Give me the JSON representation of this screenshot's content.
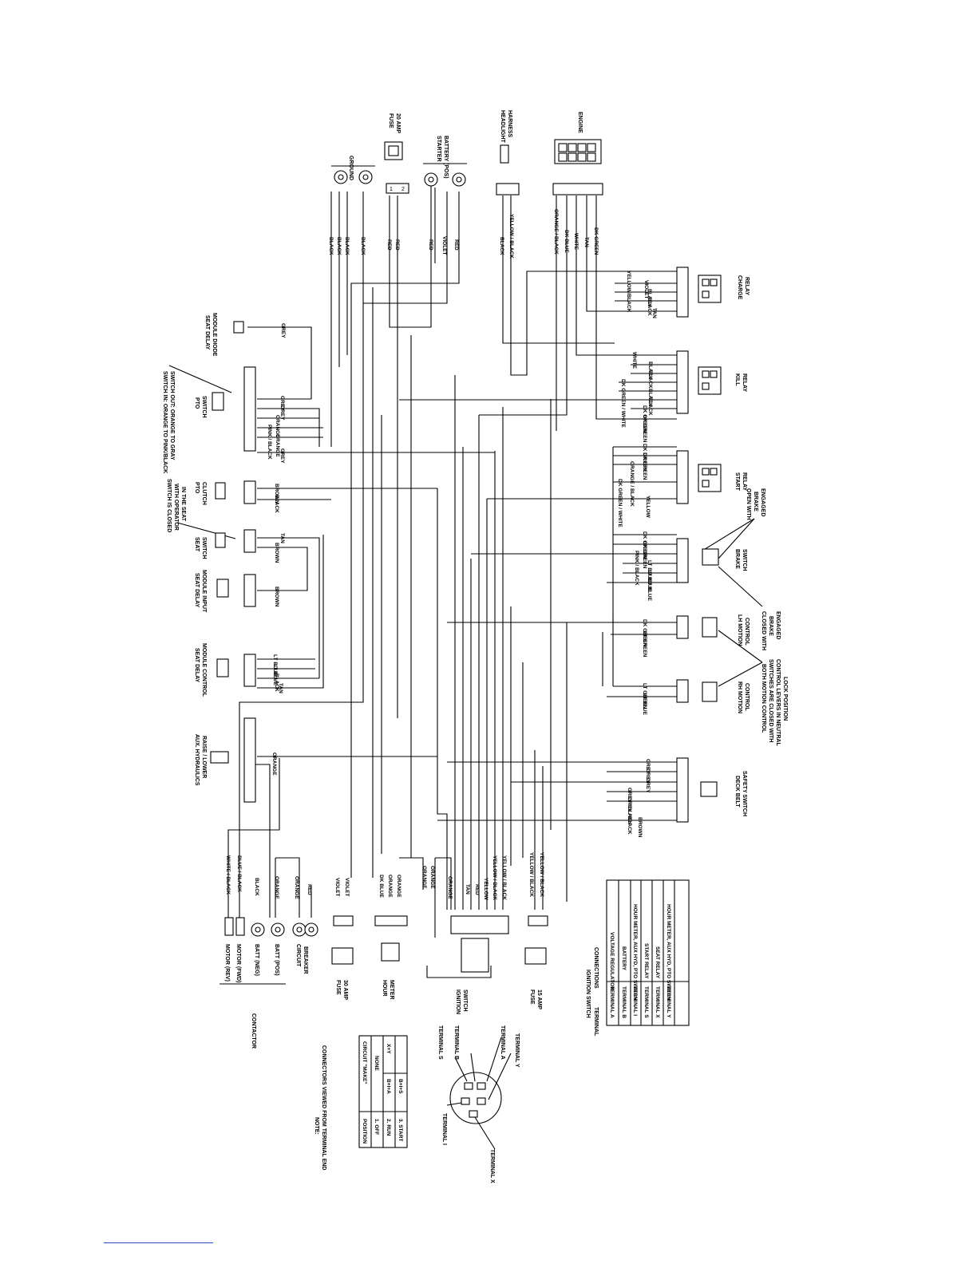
{
  "title": "",
  "top": {
    "ground": "GROUND",
    "fuse20": [
      "FUSE",
      "20 AMP"
    ],
    "starter": [
      "STARTER",
      "BATTERY (POS)"
    ],
    "headlight": [
      "HEADLIGHT",
      "HARNESS"
    ],
    "engine": "ENGINE",
    "wires_ground": [
      "BLACK",
      "BLACK",
      "BLACK",
      "BLACK"
    ],
    "wires_fuse": [
      "RED",
      "RED"
    ],
    "wires_starter": [
      "RED",
      "VIOLET",
      "RED"
    ],
    "wires_headlight": [
      "BLACK",
      "YELLOW / BLACK"
    ],
    "wires_engine": [
      "ORANGE / BLACK",
      "DK BLUE",
      "WHITE",
      "TAN",
      "DK GREEN"
    ]
  },
  "left": {
    "seat_delay_diode": [
      "SEAT DELAY",
      "MODULE DIODE"
    ],
    "pto_switch_note": [
      "SWITCH IN: ORANGE TO PINK/BLACK",
      "SWITCH OUT: ORANGE TO GRAY"
    ],
    "pto_switch": [
      "PTO",
      "SWITCH"
    ],
    "pto_clutch": [
      "PTO",
      "CLUTCH"
    ],
    "seat_closed_note": [
      "SWITCH IS CLOSED",
      "WITH OPERATOR",
      "IN THE SEAT"
    ],
    "seat_switch": [
      "SEAT",
      "SWITCH"
    ],
    "seat_delay_input": [
      "SEAT DELAY",
      "MODULE INPUT"
    ],
    "seat_delay_control": [
      "SEAT DELAY",
      "MODULE CONTROL"
    ],
    "aux_hydraulics": [
      "AUX. HYDRAULICS",
      "RAISE / LOWER"
    ],
    "grey": "GREY",
    "pto_wires": [
      "GREY",
      "GREY",
      "ORANGE",
      "PINK / BLACK",
      "ORANGE",
      "GREY"
    ],
    "clutch_wires": [
      "BROWN",
      "BLACK"
    ],
    "seat_wires": [
      "TAN",
      "BROWN"
    ],
    "input_wire": "BROWN",
    "control_wires": [
      "LT BLUE",
      "LT BLUE",
      "BLACK",
      "TAN"
    ],
    "aux_wire": "ORANGE"
  },
  "right": {
    "charge_relay": [
      "CHARGE",
      "RELAY"
    ],
    "kill_relay": [
      "KILL",
      "RELAY"
    ],
    "start_relay": [
      "START",
      "RELAY"
    ],
    "brake_open": [
      "OPEN WITH",
      "BRAKE",
      "ENGAGED"
    ],
    "brake_switch": [
      "BRAKE",
      "SWITCH"
    ],
    "lh_motion": [
      "LH MOTION",
      "CONTROL"
    ],
    "closed_brake": [
      "CLOSED WITH",
      "BRAKE",
      "ENGAGED"
    ],
    "rh_motion": [
      "RH MOTION",
      "CONTROL"
    ],
    "motion_note": [
      "BOTH MOTION CONTROL",
      "SWITCHES ARE CLOSED WITH",
      "CONTROL LEVERS IN NEUTRAL",
      "LOCK POSITION"
    ],
    "deck_belt": [
      "DECK BELT",
      "SAFETY SWITCH"
    ],
    "charge_wires": [
      "YELLOW/BLACK",
      "VIOLET",
      "BLACK",
      "BLACK",
      "TAN"
    ],
    "kill_wires": [
      "WHITE",
      "BLACK",
      "BLACK",
      "DK GREEN / WHITE",
      "BLACK",
      "BLACK",
      "DK GREEN",
      "DK GREEN"
    ],
    "start_wires": [
      "DK GREEN",
      "DK GREEN",
      "ORANGE / BLACK",
      "DK GREEN / WHITE",
      "YELLOW"
    ],
    "brake_wires": [
      "DK GREEN",
      "DK GREEN",
      "PINK / BLACK",
      "LT BLUE",
      "LT BLUE",
      "LT BLUE"
    ],
    "lh_wires": [
      "DK GREEN",
      "LT GREEN"
    ],
    "rh_wires": [
      "LT GREEN",
      "LT BLUE"
    ],
    "deck_wires": [
      "GREY",
      "GREY",
      "GREY",
      "GREY / BLACK",
      "GREY / BLACK",
      "BROWN"
    ]
  },
  "bottom": {
    "contactor": "CONTACTOR",
    "motor_rev": "MOTOR (REV)",
    "motor_fwd": "MOTOR (FWD)",
    "batt_neg": "BATT (NEG)",
    "batt_pos": "BATT (POS)",
    "circuit_breaker": [
      "CIRCUIT",
      "BREAKER"
    ],
    "fuse30": [
      "FUSE",
      "30 AMP"
    ],
    "hour_meter": [
      "HOUR",
      "METER"
    ],
    "ignition_switch": [
      "IGNITION",
      "SWITCH"
    ],
    "fuse15": [
      "FUSE",
      "15 AMP"
    ],
    "contactor_wires": [
      "WHITE / BLACK",
      "BLUE / BLACK",
      "BLACK",
      "ORANGE",
      "ORANGE",
      "RED"
    ],
    "fuse30_wires": [
      "VIOLET",
      "VIOLET"
    ],
    "hour_wires": [
      "DK BLUE",
      "ORANGE",
      "ORANGE"
    ],
    "ign_wires": [
      "ORANGE",
      "ORANGE",
      "ORANGE",
      "TAN",
      "RED",
      "YELLOW",
      "YELLOW / BLACK",
      "YELLOW / BLACK"
    ],
    "fuse15_wires": [
      "YELLOW / BLACK",
      "YELLOW / BLACK"
    ]
  },
  "ignition_table": {
    "title": "IGNITION SWITCH",
    "headers": [
      "TERMINAL",
      "CONNECTIONS"
    ],
    "rows": [
      [
        "TERMINAL  A",
        "VOLTAGE REGULATOR"
      ],
      [
        "TERMINAL  B",
        "BATTERY"
      ],
      [
        "TERMINAL  I",
        "HOUR METER, AUX HYD, PTO SWITCH"
      ],
      [
        "TERMINAL  S",
        "START RELAY"
      ],
      [
        "TERMINAL  X",
        "SEAT RELAY"
      ],
      [
        "TERMINAL  Y",
        "HOUR METER, AUX HYD, PTO SWITCH"
      ]
    ]
  },
  "position_table": {
    "headers": [
      "POSITION",
      "CIRCUIT \"MAKE\""
    ],
    "rows": [
      [
        "1. OFF",
        "NONE"
      ],
      [
        "2. RUN",
        "B+I+A",
        "X+Y"
      ],
      [
        "3. START",
        "B+I+S"
      ]
    ]
  },
  "terminals": [
    "TERMINAL S",
    "TERMINAL B",
    "TERMINAL A",
    "TERMINAL Y",
    "TERMINAL I",
    "TERMINAL X"
  ],
  "note": [
    "NOTE:",
    "CONNECTORS VIEWED FROM TERMINAL END"
  ]
}
